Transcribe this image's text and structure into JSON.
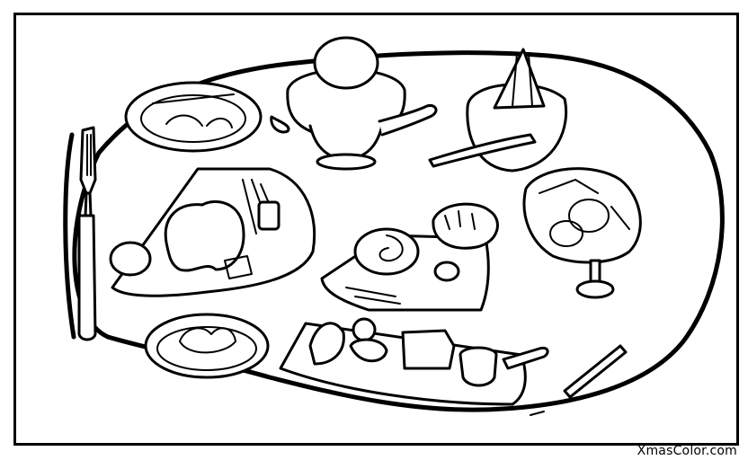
{
  "page": {
    "type": "coloring-page",
    "subject": "Christmas dinner table with plates of food, fork and knife"
  },
  "watermark": {
    "text": "XmasColor.com"
  },
  "colors": {
    "line": "#000000",
    "background": "#ffffff"
  },
  "illustration": {
    "items": [
      "table-outline",
      "fork",
      "knife",
      "plate-top-left",
      "egg-cup-teapot",
      "bowl-with-napkin",
      "roast-turkey-platter",
      "cinnamon-roll-tray",
      "fruit-bowl-goblet",
      "plate-bottom-left",
      "cheese-board",
      "serving-utensil"
    ]
  }
}
